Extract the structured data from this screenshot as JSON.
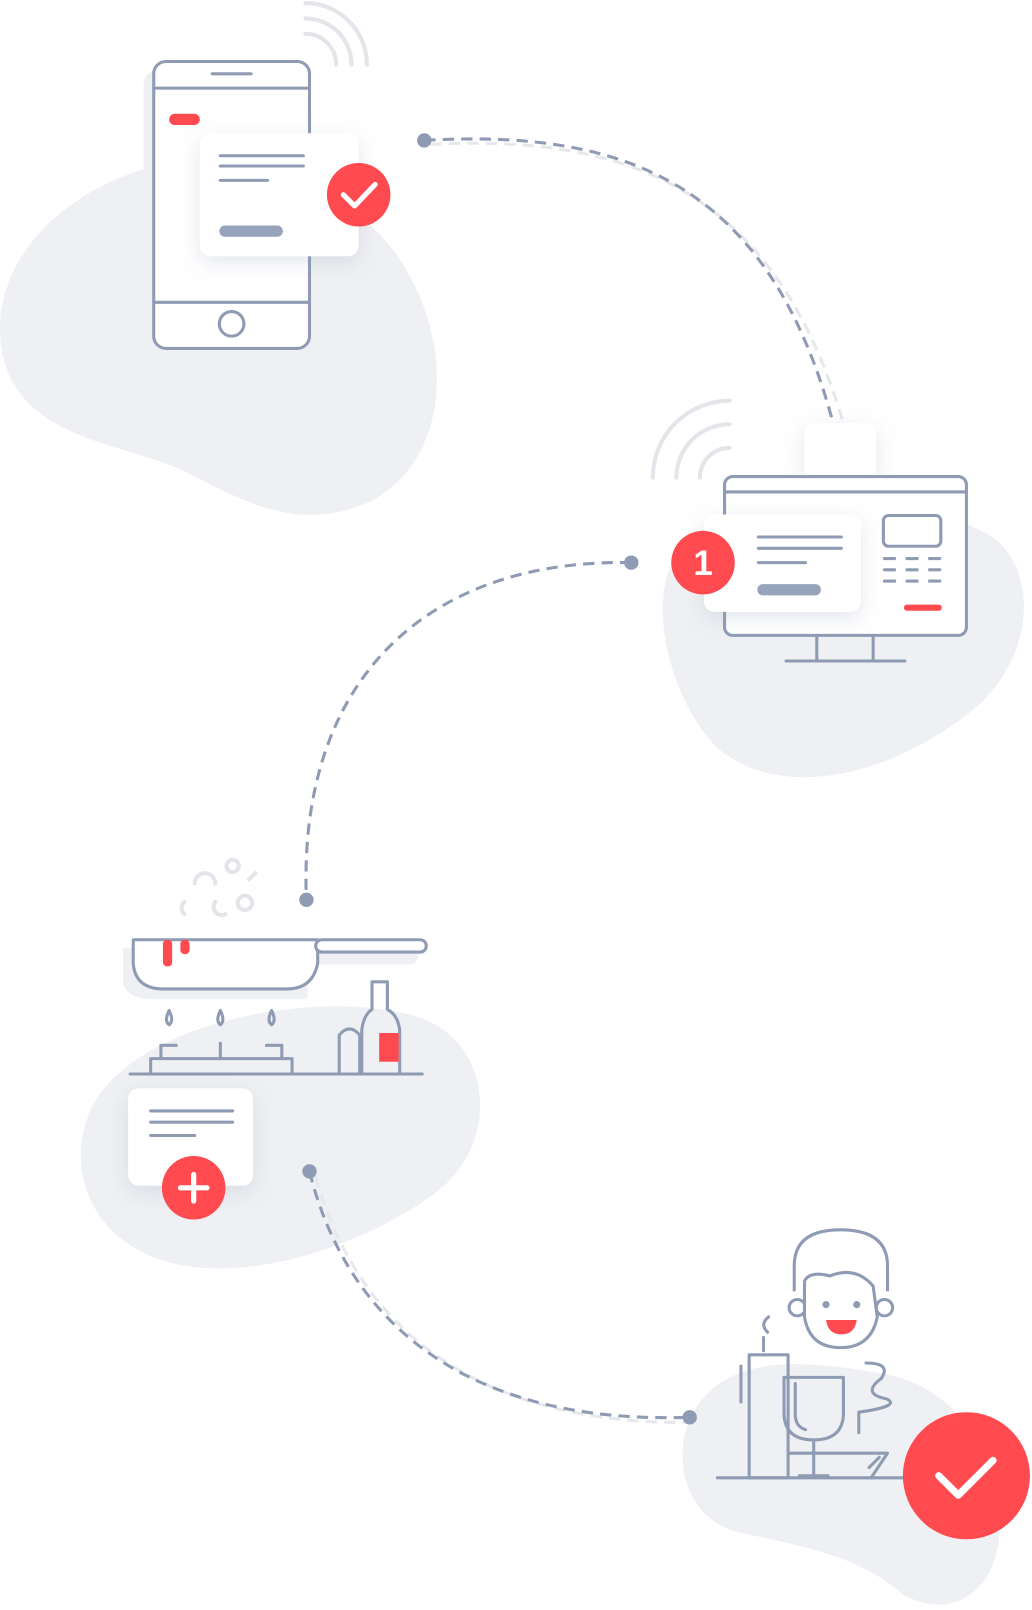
{
  "diagram": {
    "steps": [
      {
        "name": "order-on-phone",
        "status": "confirmed"
      },
      {
        "name": "order-received-on-terminal",
        "badge": "1"
      },
      {
        "name": "kitchen-prepares-order",
        "status": "added"
      },
      {
        "name": "customer-served",
        "status": "complete"
      }
    ],
    "colors": {
      "accent": "#ff4a4f",
      "stroke": "#8e9bb3",
      "blob": "#eff0f3"
    }
  }
}
